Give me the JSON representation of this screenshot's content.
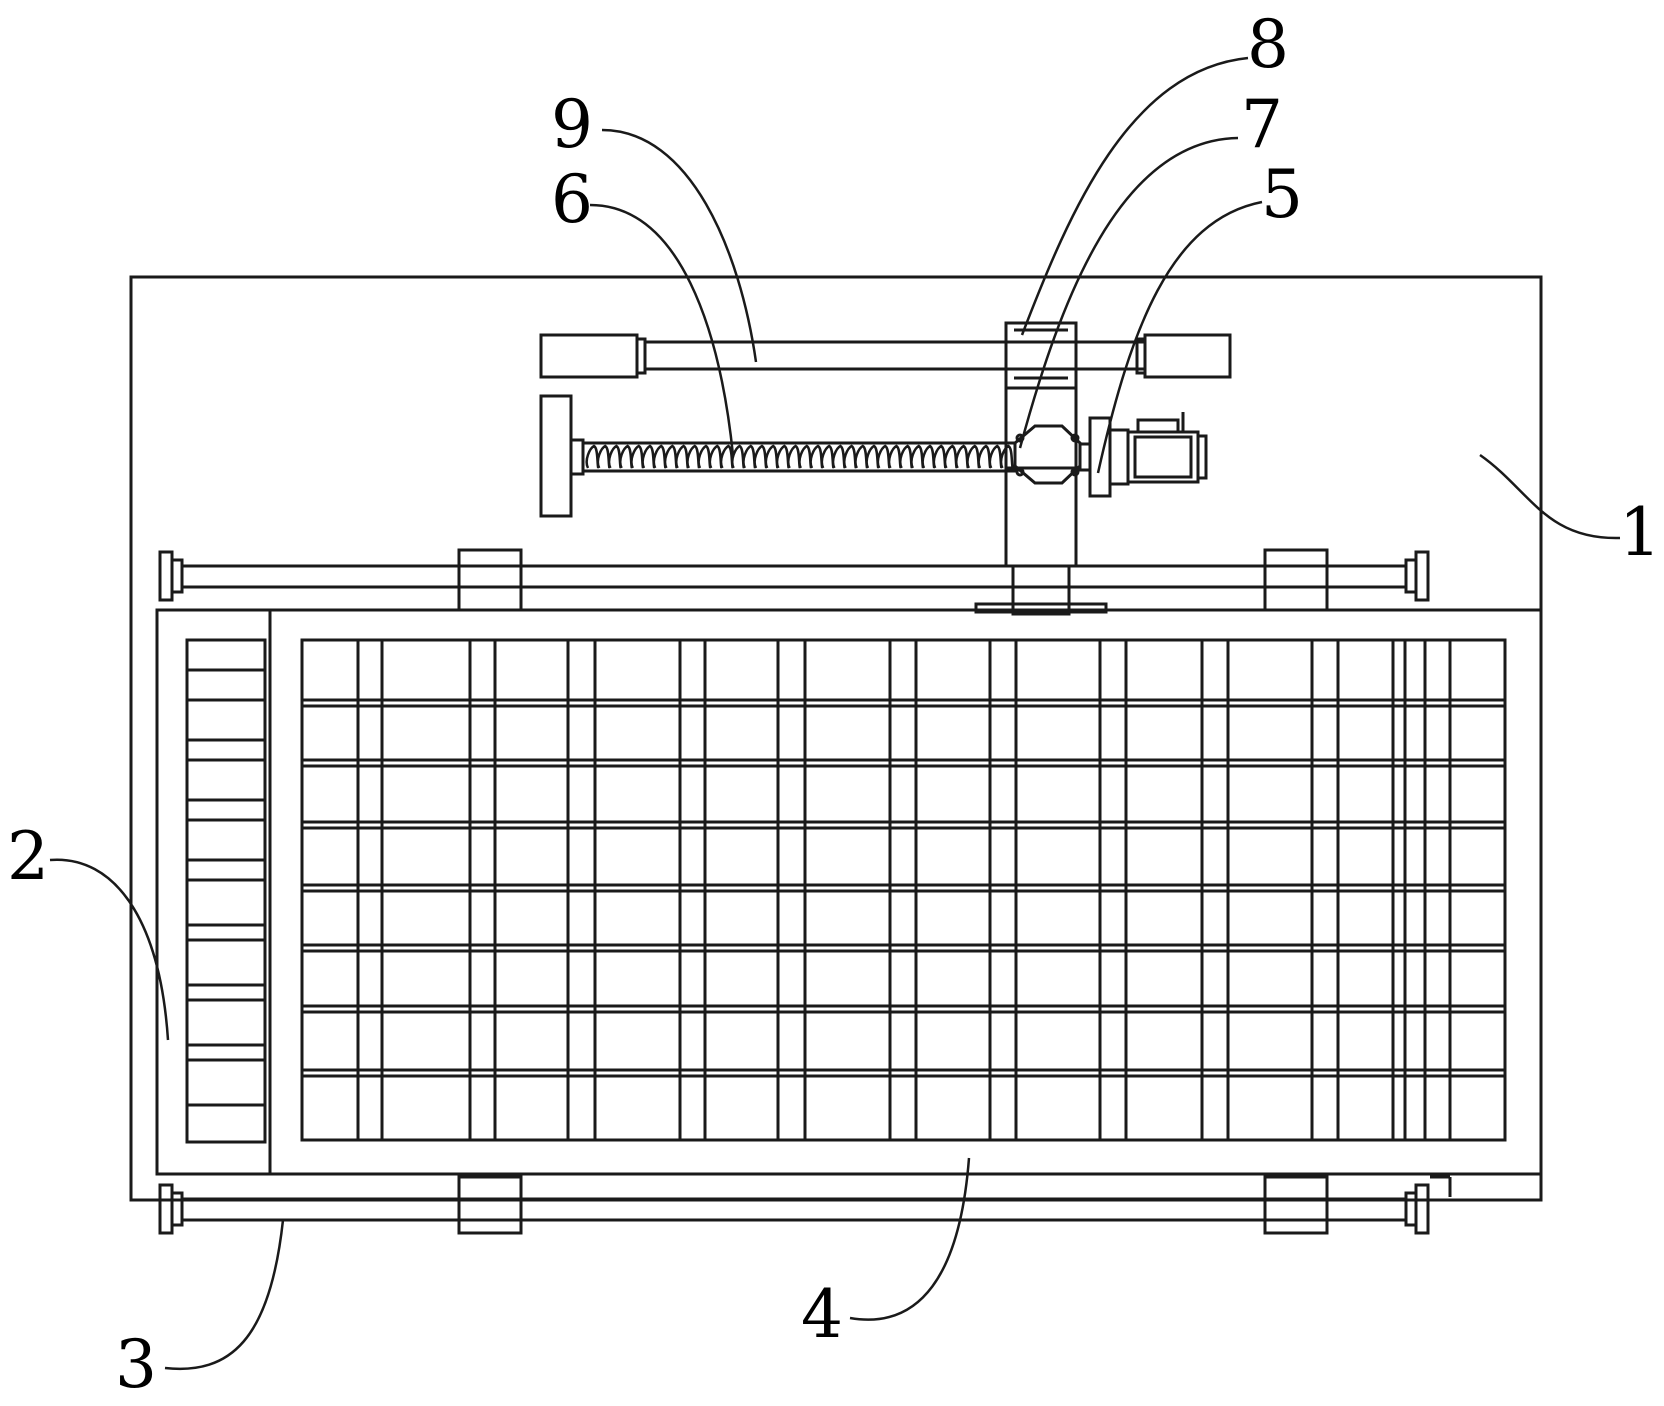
{
  "callouts": [
    {
      "id": "1",
      "text": "1"
    },
    {
      "id": "2",
      "text": "2"
    },
    {
      "id": "3",
      "text": "3"
    },
    {
      "id": "4",
      "text": "4"
    },
    {
      "id": "5",
      "text": "5"
    },
    {
      "id": "6",
      "text": "6"
    },
    {
      "id": "7",
      "text": "7"
    },
    {
      "id": "8",
      "text": "8"
    },
    {
      "id": "9",
      "text": "9"
    }
  ],
  "colors": {
    "stroke": "#1a1a1a",
    "background": "#ffffff"
  }
}
